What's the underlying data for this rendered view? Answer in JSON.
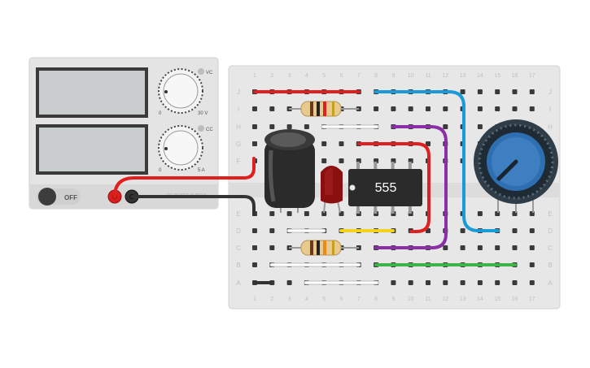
{
  "power_supply": {
    "display_voltage": "",
    "display_current": "",
    "dial_voltage": {
      "min_label": "0",
      "max_label": "30 V",
      "mode_label": "VC"
    },
    "dial_current": {
      "min_label": "0",
      "max_label": "5 A",
      "mode_label": "CC"
    },
    "switch_label": "OFF",
    "terminals_label": "DC POWER SUPPLY"
  },
  "breadboard": {
    "row_letters_top": [
      "J",
      "I",
      "H",
      "G",
      "F"
    ],
    "row_letters_bottom": [
      "E",
      "D",
      "C",
      "B",
      "A"
    ],
    "columns": [
      "1",
      "2",
      "3",
      "4",
      "5",
      "6",
      "7",
      "8",
      "9",
      "10",
      "11",
      "12",
      "13",
      "14",
      "15",
      "16",
      "17"
    ]
  },
  "ic": {
    "label": "555"
  },
  "colors": {
    "red_wire": "#e02020",
    "black_wire": "#333333",
    "blue_wire": "#1a9ad6",
    "purple_wire": "#8a2fa5",
    "yellow_wire": "#f2d21c",
    "green_wire": "#3fb24a",
    "white_wire": "#ffffff",
    "led": "#8a1010",
    "pot_knob": "#2d6fb0",
    "board": "#e7e7e7",
    "psu": "#e4e4e4"
  },
  "icons": [
    "power-supply-icon",
    "dial-icon",
    "toggle-icon",
    "capacitor-icon",
    "led-icon",
    "resistor-icon",
    "ic-chip-icon",
    "potentiometer-icon"
  ]
}
